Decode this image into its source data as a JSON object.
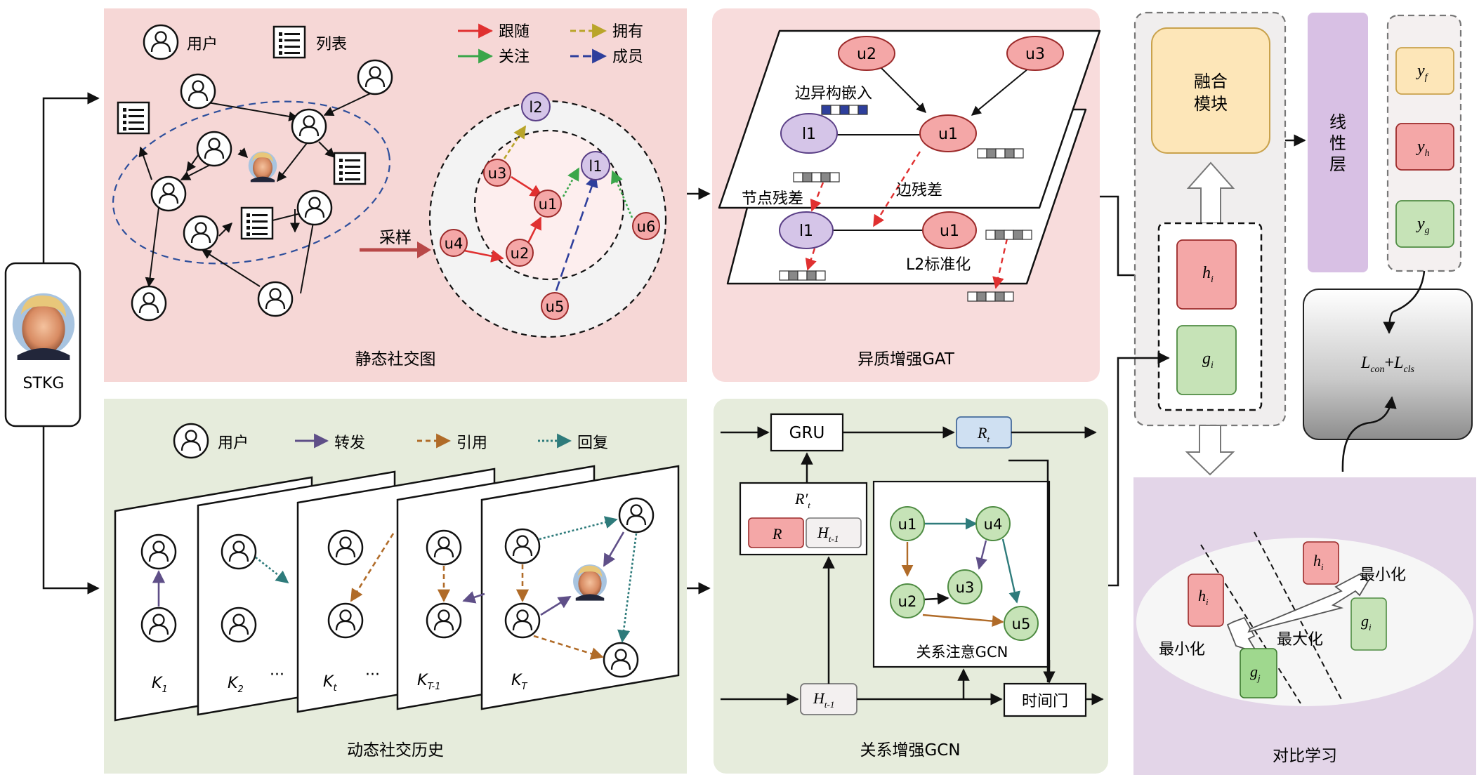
{
  "stkg": {
    "label": "STKG"
  },
  "static_panel": {
    "title": "静态社交图",
    "legend": {
      "user": "用户",
      "list": "列表",
      "follow": "跟随",
      "own": "拥有",
      "attention": "关注",
      "member": "成员"
    },
    "sample_label": "采样",
    "nodes": [
      "u1",
      "u2",
      "u3",
      "u4",
      "u5",
      "u6",
      "l1",
      "l2"
    ]
  },
  "gat_panel": {
    "title": "异质增强GAT",
    "edge_embed": "边异构嵌入",
    "node_residual": "节点残差",
    "edge_residual": "边残差",
    "l2norm": "L2标准化",
    "nodes": {
      "u2": "u2",
      "u3": "u3",
      "u1": "u1",
      "l1": "l1"
    }
  },
  "fusion": {
    "module": "融合\n模块",
    "linear": "线\n性\n层",
    "h": "h",
    "h_sub": "i",
    "g": "g",
    "g_sub": "i",
    "yf": "y",
    "yf_sub": "f",
    "yh": "y",
    "yh_sub": "h",
    "yg": "y",
    "yg_sub": "g",
    "loss": {
      "L1": "L",
      "L1_sub": "con",
      "plus": "+",
      "L2": "L",
      "L2_sub": "cls"
    }
  },
  "dynamic_panel": {
    "title": "动态社交历史",
    "legend": {
      "user": "用户",
      "retweet": "转发",
      "quote": "引用",
      "reply": "回复"
    },
    "frames": [
      {
        "k": "K",
        "sub": "1"
      },
      {
        "k": "K",
        "sub": "2"
      },
      {
        "k": "K",
        "sub": "t"
      },
      {
        "k": "K",
        "sub": "T-1"
      },
      {
        "k": "K",
        "sub": "T"
      }
    ],
    "ellipsis": "···"
  },
  "gcn_panel": {
    "title": "关系增强GCN",
    "gru": "GRU",
    "rt": "R",
    "rt_sub": "t",
    "rprime": "R′",
    "rprime_sub": "t",
    "r": "R",
    "h": "H",
    "h_sub": "t-1",
    "rel_gcn": "关系注意GCN",
    "time_gate": "时间门",
    "nodes": {
      "u1": "u1",
      "u2": "u2",
      "u3": "u3",
      "u4": "u4",
      "u5": "u5"
    }
  },
  "contrast_panel": {
    "title": "对比学习",
    "minimize": "最小化",
    "maximize": "最大化",
    "hi": "h",
    "hi_sub": "i",
    "gi": "g",
    "gi_sub": "i",
    "gj": "g",
    "gj_sub": "j"
  },
  "colors": {
    "static_bg": "#f6d7d6",
    "gat_bg": "#f8dcdc",
    "dynamic_bg": "#e6ecdc",
    "gcn_bg": "#e6ecdc",
    "contrast_bg": "#e3d5e8",
    "red_node": "#f4a7a7",
    "purple_node": "#d5c5e8",
    "green_node": "#c6e3b7"
  }
}
